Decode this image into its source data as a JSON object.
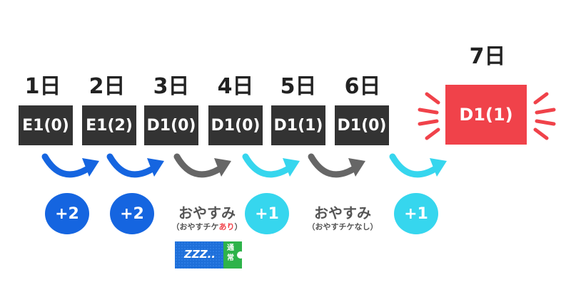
{
  "days": [
    {
      "label": "1日",
      "value": "E1(0)"
    },
    {
      "label": "2日",
      "value": "E1(2)"
    },
    {
      "label": "3日",
      "value": "D1(0)"
    },
    {
      "label": "4日",
      "value": "D1(0)"
    },
    {
      "label": "5日",
      "value": "D1(1)"
    },
    {
      "label": "6日",
      "value": "D1(0)"
    },
    {
      "label": "7日",
      "value": "D1(1)"
    }
  ],
  "transitions": [
    {
      "type": "bonus",
      "text": "+2",
      "color": "#1565e0"
    },
    {
      "type": "bonus",
      "text": "+2",
      "color": "#1565e0"
    },
    {
      "type": "rest",
      "title": "おやすみ",
      "sub_open": "（おやすチケ",
      "sub_highlight": "あり",
      "sub_close": "）",
      "color": "#666666"
    },
    {
      "type": "bonus",
      "text": "+1",
      "color": "#36d6ee"
    },
    {
      "type": "rest",
      "title": "おやすみ",
      "sub": "（おやすチケなし）",
      "color": "#666666"
    },
    {
      "type": "bonus",
      "text": "+1",
      "color": "#36d6ee"
    }
  ],
  "ticket": {
    "text": "ZZZ..",
    "side_text": "通常"
  },
  "colors": {
    "day_box": "#333333",
    "final_box": "#f0424a",
    "dark_blue": "#1565e0",
    "light_blue": "#36d6ee",
    "gray": "#666666",
    "ticket_green": "#2eb34a"
  }
}
